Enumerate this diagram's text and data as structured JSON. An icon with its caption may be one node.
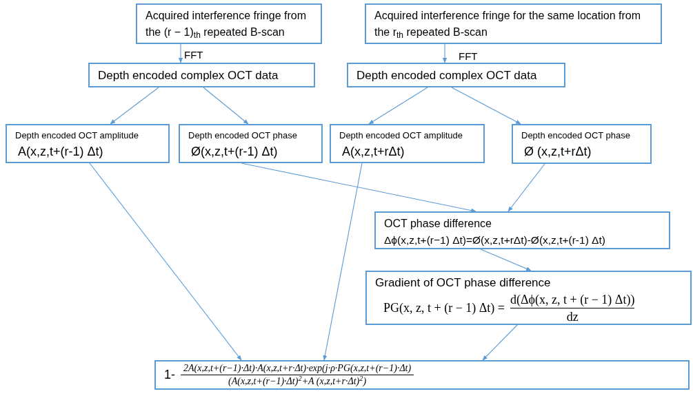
{
  "diagram": {
    "nodes": [
      {
        "text": [
          "Acquired interference fringe from the (r − 1)$_{th}$ repeated B-scan"
        ]
      },
      {
        "text": [
          "Acquired interference fringe for the same location from the r$_{th}$  repeated B-scan"
        ]
      },
      {
        "text": [
          "Depth encoded complex  OCT data"
        ]
      },
      {
        "text": [
          "Depth encoded complex  OCT data"
        ]
      },
      {
        "text": [
          "Depth encoded OCT amplitude",
          "A(x,z,t+(r-1) Δt)"
        ]
      },
      {
        "text": [
          "Depth encoded OCT phase",
          "Ø(x,z,t+(r-1) Δt)"
        ]
      },
      {
        "text": [
          "Depth encoded OCT amplitude",
          "A(x,z,t+rΔt)"
        ]
      },
      {
        "text": [
          "Depth encoded OCT phase",
          "Ø (x,z,t+rΔt)"
        ]
      },
      {
        "text": [
          "OCT phase difference",
          "Δϕ(x,z,t+(r−1) Δt)=Ø(x,z,t+rΔt)-Ø(x,z,t+(r-1) Δt)"
        ]
      },
      {
        "text": [
          "Gradient of OCT phase  difference",
          "PG(x, z, t + (r − 1) Δt) =",
          "d(Δϕ(x, z, t + (r − 1) Δt))",
          "dz"
        ]
      },
      {
        "text": [
          "1-",
          "2A(x,z,t+(r−1)·Δt)·A(x,z,t+r·Δt)·exp(j·ρ·PG(x,z,t+(r−1)·Δt)",
          "(A(x,z,t+(r−1)·Δt)$^{2}$+A (x,z,t+r·Δt)$^{2}$)"
        ]
      }
    ],
    "edges": [
      {
        "from": 0,
        "to": 2,
        "arrow": "to",
        "label": "FFT"
      },
      {
        "from": 1,
        "to": 3,
        "arrow": "to",
        "label": "FFT"
      },
      {
        "from": 2,
        "to": 4,
        "arrow": "to"
      },
      {
        "from": 2,
        "to": 5,
        "arrow": "to"
      },
      {
        "from": 3,
        "to": 6,
        "arrow": "to"
      },
      {
        "from": 3,
        "to": 7,
        "arrow": "to"
      },
      {
        "from": 5,
        "to": 8,
        "arrow": "to"
      },
      {
        "from": 7,
        "to": 8,
        "arrow": "to"
      },
      {
        "from": 8,
        "to": 9,
        "arrow": "to"
      },
      {
        "from": 4,
        "to": 10,
        "arrow": "to"
      },
      {
        "from": 6,
        "to": 10,
        "arrow": "to"
      },
      {
        "from": 9,
        "to": 10,
        "arrow": "to"
      }
    ]
  }
}
